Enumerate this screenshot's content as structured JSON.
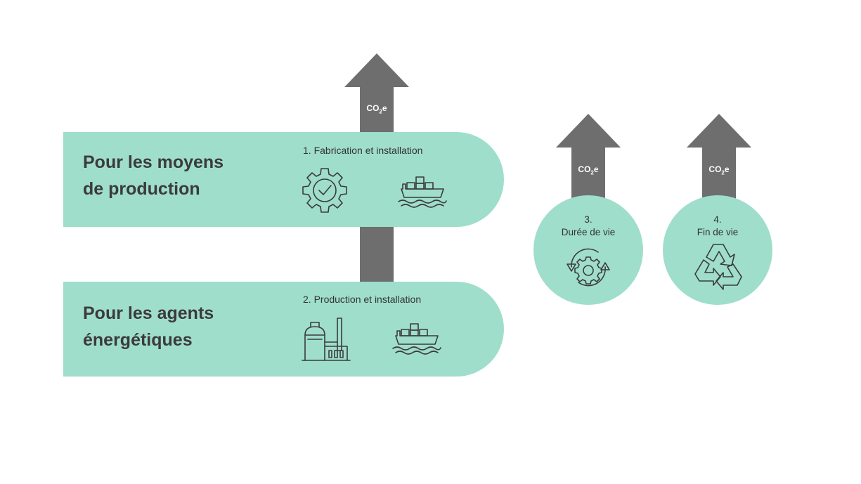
{
  "bands": [
    {
      "title": "Pour les moyens\nde production",
      "step": "1. Fabrication et installation"
    },
    {
      "title": "Pour les agents\nénergétiques",
      "step": "2. Production et installation"
    }
  ],
  "circles": [
    {
      "label": "3.\nDurée de vie"
    },
    {
      "label": "4.\nFin de vie"
    }
  ],
  "arrow_label": {
    "main": "CO",
    "sub": "2",
    "suffix": "e"
  },
  "colors": {
    "band": "#9fdecb",
    "arrow": "#6e6e6e",
    "text": "#3b3b3b"
  },
  "icons": [
    "gear-check-icon",
    "cargo-ship-icon",
    "factory-icon",
    "cargo-ship-icon",
    "gear-cycle-icon",
    "recycle-icon"
  ]
}
